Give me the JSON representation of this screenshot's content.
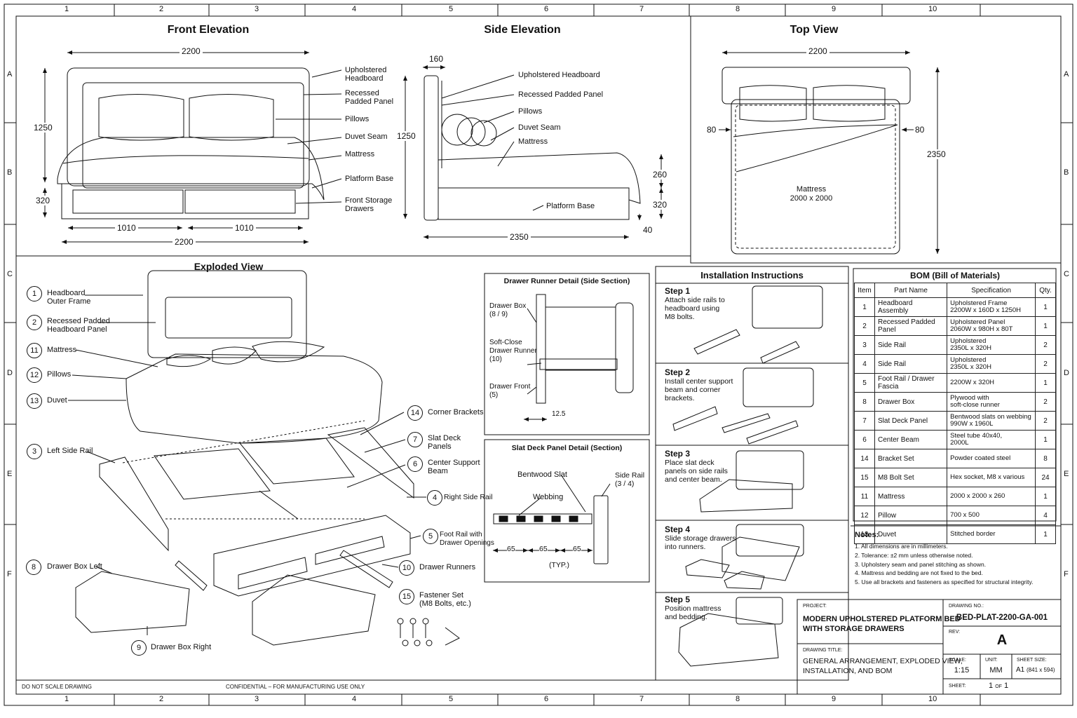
{
  "grid": {
    "cols": [
      "1",
      "2",
      "3",
      "4",
      "5",
      "6",
      "7",
      "8",
      "9",
      "10"
    ],
    "rows": [
      "A",
      "B",
      "C",
      "D",
      "E",
      "F"
    ]
  },
  "front": {
    "title": "Front Elevation",
    "dims": {
      "width": "2200",
      "height": "1250",
      "base": "320",
      "half_left": "1010",
      "half_right": "1010",
      "overall": "2200"
    },
    "callouts": [
      "Upholstered\nHeadboard",
      "Recessed\nPadded Panel",
      "Pillows",
      "Duvet Seam",
      "Mattress",
      "Platform Base",
      "Front Storage\nDrawers"
    ]
  },
  "side": {
    "title": "Side Elevation",
    "dims": {
      "depth_head": "160",
      "height": "1250",
      "mattress": "260",
      "base": "320",
      "clearance": "40",
      "length": "2350"
    },
    "callouts": [
      "Upholstered Headboard",
      "Recessed Padded Panel",
      "Pillows",
      "Duvet Seam",
      "Mattress",
      "Platform Base"
    ]
  },
  "top": {
    "title": "Top View",
    "dims": {
      "width": "2200",
      "length": "2350",
      "left": "80",
      "right": "80"
    },
    "mattress_label": "Mattress\n2000 x 2000"
  },
  "exploded": {
    "title": "Exploded View",
    "parts": [
      {
        "num": "1",
        "label": "Headboard\nOuter Frame"
      },
      {
        "num": "2",
        "label": "Recessed Padded\nHeadboard Panel"
      },
      {
        "num": "11",
        "label": "Mattress"
      },
      {
        "num": "12",
        "label": "Pillows"
      },
      {
        "num": "13",
        "label": "Duvet"
      },
      {
        "num": "3",
        "label": "Left Side Rail"
      },
      {
        "num": "8",
        "label": "Drawer Box Left"
      },
      {
        "num": "9",
        "label": "Drawer Box Right"
      },
      {
        "num": "14",
        "label": "Corner Brackets"
      },
      {
        "num": "7",
        "label": "Slat Deck\nPanels"
      },
      {
        "num": "6",
        "label": "Center Support\nBeam"
      },
      {
        "num": "4",
        "label": "Right Side Rail"
      },
      {
        "num": "5",
        "label": "Foot Rail with\nDrawer Openings"
      },
      {
        "num": "10",
        "label": "Drawer Runners"
      },
      {
        "num": "15",
        "label": "Fastener Set\n(M8 Bolts, etc.)"
      }
    ]
  },
  "runner_detail": {
    "title": "Drawer Runner Detail (Side Section)",
    "labels": [
      "Drawer Box\n(8 / 9)",
      "Soft-Close\nDrawer Runner\n(10)",
      "Drawer Front\n(5)"
    ],
    "dim": "12.5"
  },
  "slat_detail": {
    "title": "Slat Deck Panel Detail (Section)",
    "labels": {
      "slat": "Bentwood Slat",
      "webbing": "Webbing",
      "rail": "Side Rail\n(3 / 4)",
      "typ": "(TYP.)"
    },
    "spacing": [
      "65",
      "65",
      "65"
    ]
  },
  "install": {
    "title": "Installation Instructions",
    "steps": [
      {
        "t": "Step 1",
        "d": "Attach side rails to\nheadboard using\nM8 bolts."
      },
      {
        "t": "Step 2",
        "d": "Install center support\nbeam and corner\nbrackets."
      },
      {
        "t": "Step 3",
        "d": "Place slat deck\npanels on side rails\nand center beam."
      },
      {
        "t": "Step 4",
        "d": "Slide storage drawers\ninto runners."
      },
      {
        "t": "Step 5",
        "d": "Position mattress\nand bedding."
      }
    ]
  },
  "bom": {
    "title": "BOM (Bill of Materials)",
    "headers": [
      "Item",
      "Part Name",
      "Specification",
      "Qty."
    ],
    "rows": [
      [
        "1",
        "Headboard Assembly",
        "Upholstered Frame\n2200W x 160D x 1250H",
        "1"
      ],
      [
        "2",
        "Recessed Padded Panel",
        "Upholstered Panel\n2060W x 980H x 80T",
        "1"
      ],
      [
        "3",
        "Side Rail",
        "Upholstered\n2350L x 320H",
        "2"
      ],
      [
        "4",
        "Side Rail",
        "Upholstered\n2350L x 320H",
        "2"
      ],
      [
        "5",
        "Foot Rail / Drawer Fascia",
        "2200W x 320H",
        "1"
      ],
      [
        "8",
        "Drawer Box",
        "Plywood with\nsoft-close runner",
        "2"
      ],
      [
        "7",
        "Slat Deck Panel",
        "Bentwood slats on webbing\n990W x 1960L",
        "2"
      ],
      [
        "6",
        "Center Beam",
        "Steel tube 40x40,\n2000L",
        "1"
      ],
      [
        "14",
        "Bracket Set",
        "Powder coated steel",
        "8"
      ],
      [
        "15",
        "M8 Bolt Set",
        "Hex socket, M8 x various",
        "24"
      ],
      [
        "11",
        "Mattress",
        "2000 x 2000 x 260",
        "1"
      ],
      [
        "12",
        "Pillow",
        "700 x 500",
        "4"
      ],
      [
        "13",
        "Duvet",
        "Stitched border",
        "1"
      ]
    ]
  },
  "notes": {
    "title": "Notes:",
    "items": [
      "1.   All dimensions are in millimeters.",
      "2.   Tolerance: ±2 mm unless otherwise noted.",
      "3.   Upholstery seam and panel stitching as shown.",
      "4.   Mattress and bedding are not fixed to the bed.",
      "5.   Use all brackets and fasteners as specified for structural integrity."
    ]
  },
  "title_block": {
    "project_label": "PROJECT:",
    "project": "MODERN UPHOLSTERED PLATFORM BED\nWITH STORAGE DRAWERS",
    "drawing_title_label": "DRAWING TITLE:",
    "drawing_title": "GENERAL ARRANGEMENT, EXPLODED VIEW,\nINSTALLATION, AND BOM",
    "drawing_no_label": "DRAWING NO.:",
    "drawing_no": "BED-PLAT-2200-GA-001",
    "rev_label": "REV:",
    "rev": "A",
    "scale_label": "SCALE:",
    "scale": "1:15",
    "unit_label": "UNIT:",
    "unit": "MM",
    "size_label": "SHEET SIZE:",
    "size": "A1",
    "size_note": "(841 x 594)",
    "sheet_label": "SHEET:",
    "sheet": "1",
    "sheet_of": "OF",
    "sheet_total": "1"
  },
  "footer": {
    "left": "DO NOT SCALE DRAWING",
    "center": "CONFIDENTIAL – FOR MANUFACTURING USE ONLY"
  }
}
